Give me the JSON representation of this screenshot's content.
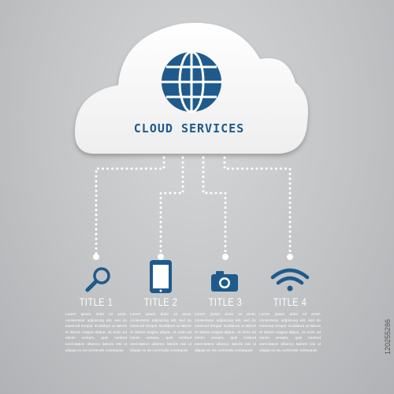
{
  "cloud": {
    "title": "CLOUD SERVICES",
    "icon": "globe-icon"
  },
  "columns": [
    {
      "icon": "magnifier-icon",
      "title": "TITLE 1",
      "body": "Lorem ipsum dolor sit amet, consectetur adipiscing elit, sed do eiusmod tempor incididunt ut labore et dolore magna aliqua. Ut enim ad minim veniam, quis nostrud exercitation ullamco laboris nisi ut aliquip ex ea commodo consequat."
    },
    {
      "icon": "smartphone-icon",
      "title": "TITLE 2",
      "body": "Lorem ipsum dolor sit amet, consectetur adipiscing elit, sed do eiusmod tempor incididunt ut labore et dolore magna aliqua. Ut enim ad minim veniam, quis nostrud exercitation ullamco laboris nisi ut aliquip ex ea commodo consequat."
    },
    {
      "icon": "camera-icon",
      "title": "TITLE 3",
      "body": "Lorem ipsum dolor sit amet, consectetur adipiscing elit, sed do eiusmod tempor incididunt ut labore et dolore magna aliqua. Ut enim ad minim veniam, quis nostrud exercitation ullamco laboris nisi ut aliquip ex ea commodo consequat."
    },
    {
      "icon": "wifi-icon",
      "title": "TITLE 4",
      "body": "Lorem ipsum dolor sit amet, consectetur adipiscing elit, sed do eiusmod tempor incididunt ut labore et dolore magna aliqua. Ut enim ad minim veniam, quis nostrud exercitation ullamco laboris nisi ut aliquip ex ea commodo consequat."
    }
  ],
  "watermark": "120255286",
  "colors": {
    "accent": "#1f5a8c",
    "cloud": "#ffffff",
    "background": "#c4c6c8",
    "connector": "#ffffff"
  }
}
